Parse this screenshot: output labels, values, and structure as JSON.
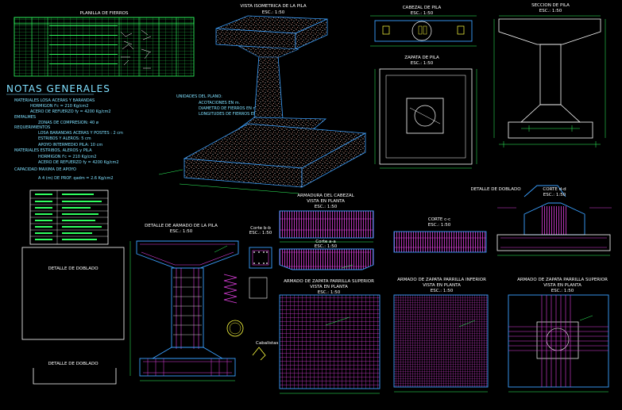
{
  "colors": {
    "background": "#000000",
    "outline": "#3aa0ff",
    "rebar": "#e040e0",
    "dimension": "#30ff60",
    "hatch": "#ffb0a0",
    "text": "#ffffff",
    "note": "#7fe0ff",
    "yellow": "#ffff40",
    "cyan": "#40ffff"
  },
  "table": {
    "title": "PLANILLA DE FIERROS"
  },
  "notes": {
    "title": "NOTAS GENERALES",
    "lines": [
      "MATERIALES LOSA ACERAS Y BARANDAS",
      "HORMIGON   f'c = 210 Kg/cm2",
      "ACERO DE REFUERZO fy = 4200 Kg/cm2",
      "EMPALMES",
      "ZONAS DE COMPRESION: 40 ø",
      "REQUERIMIENTOS",
      "LOSA BARANDAS ACERAS Y POSTES : 2 cm",
      "ESTRIBOS Y ALEROS: 5 cm",
      "APOYO INTERMEDIO PILA: 10 cm",
      "MATERIALES ESTRIBOS, ALEROS y PILA",
      "HORMIGON   f'c = 210 Kg/cm2",
      "ACERO DE REFUERZO fy = 4200 Kg/cm2",
      "CAPACIDAD MAXIMA DE APOYO",
      "A 4 (m) DE PROF. qadm = 2.6 Kg/cm2"
    ]
  },
  "units": {
    "title": "UNIDADES DEL PLANO:",
    "lines": [
      "ACOTACIONES EN m.",
      "DIAMETRO DE FIERROS EN mm",
      "LONGITUDES DE FIERROS EN cm"
    ]
  },
  "views": {
    "isometric": {
      "title": "VISTA ISOMETRICA DE LA PILA",
      "scale": "ESC.: 1:50"
    },
    "cabezal": {
      "title": "CABEZAL DE PILA",
      "scale": "ESC.: 1:50"
    },
    "zapata": {
      "title": "ZAPATA DE PILA",
      "scale": "ESC.: 1:50"
    },
    "seccion": {
      "title": "SECCION DE PILA",
      "scale": "ESC.: 1:50"
    },
    "armadura_cabezal": {
      "title": "ARMADURA DEL CABEZAL",
      "subtitle": "VISTA EN PLANTA",
      "scale": "ESC.: 1:50"
    },
    "detalle_doblado_top": {
      "title": "DETALLE DE DOBLADO"
    },
    "corte_dd": {
      "title": "CORTE d-d",
      "scale": "ESC.: 1:50"
    },
    "corte_cc": {
      "title": "CORTE c-c",
      "scale": "ESC.: 1:50"
    },
    "corte_bb": {
      "title": "Corte b-b",
      "scale": "ESC.: 1:50"
    },
    "corte_aa": {
      "title": "Corte a-a",
      "scale": "ESC.: 1:50"
    },
    "detalle_armado": {
      "title": "DETALLE DE ARMADO DE LA PILA",
      "scale": "ESC.: 1:50"
    },
    "detalle_doblado_left": {
      "title": "DETALLE DE DOBLADO"
    },
    "detalle_doblado_bottom": {
      "title": "DETALLE DE DOBLADO"
    },
    "cabalista": {
      "title": "Cabalistas"
    },
    "zapata_sup": {
      "title": "ARMADO DE ZAPATA PARRILLA SUPERIOR",
      "subtitle": "VISTA EN PLANTA",
      "scale": "ESC.: 1:50"
    },
    "zapata_inf": {
      "title": "ARMADO DE ZAPATA PARRILLA INFERIOR",
      "subtitle": "VISTA EN PLANTA",
      "scale": "ESC.: 1:50"
    },
    "zapata_sup2": {
      "title": "ARMADO DE ZAPATA PARRILLA SUPERIOR",
      "subtitle": "VISTA EN PLANTA",
      "scale": "ESC.: 1:50"
    }
  }
}
